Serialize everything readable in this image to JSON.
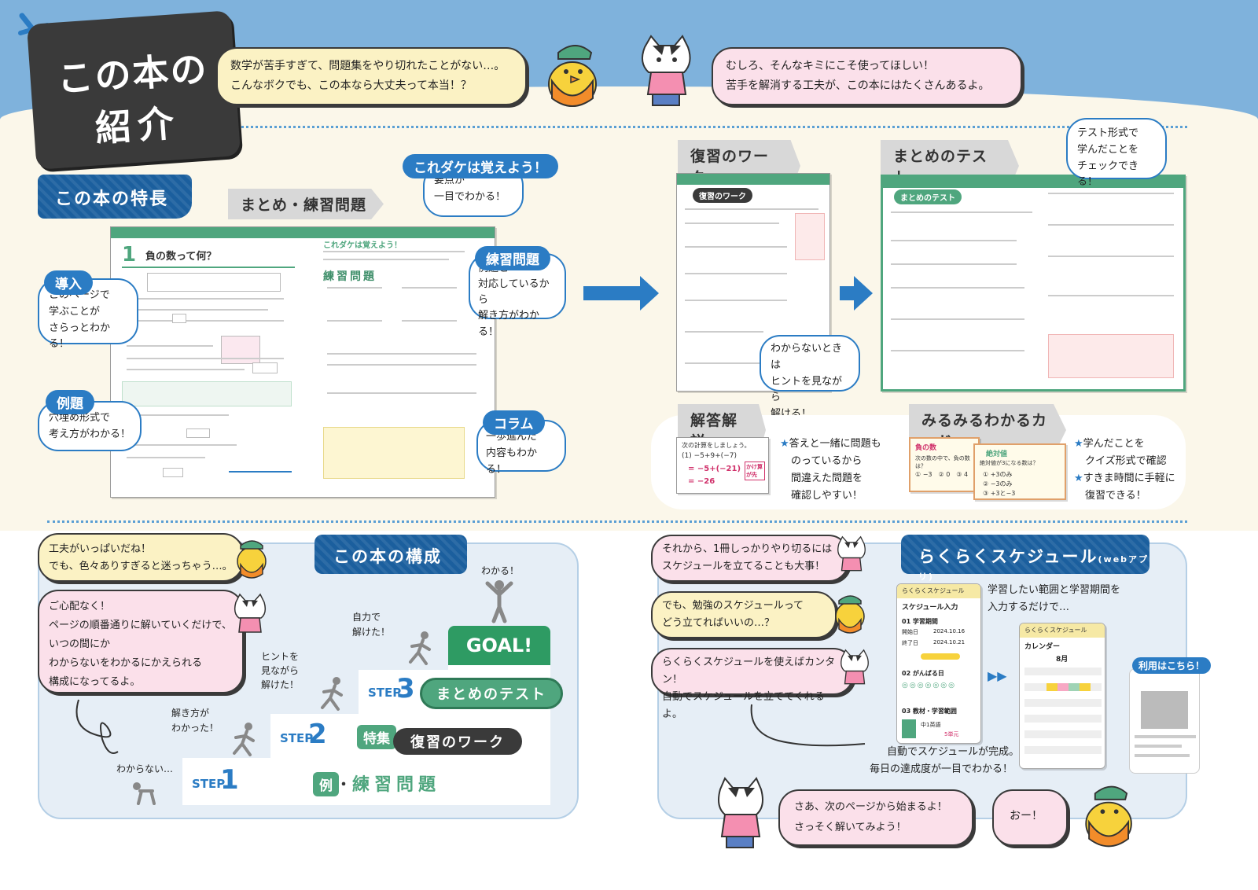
{
  "title": {
    "line1": "この本の",
    "line2": "紹介"
  },
  "intro": {
    "bird_speech_1": "数学が苦手すぎて、問題集をやり切れたことがない…。",
    "bird_speech_2": "こんなボクでも、この本なら大丈夫って本当！？",
    "cat_speech_1": "むしろ、そんなキミにこそ使ってほしい！",
    "cat_speech_2": "苦手を解消する工夫が、この本にはたくさんあるよ。"
  },
  "features": {
    "banner": "この本の特長",
    "summary_tab": "まとめ・練習問題",
    "callout_top": {
      "tag": "これダケは覚えよう！",
      "text1": "要点が",
      "text2": "一目でわかる！"
    },
    "callout_practice": {
      "tag": "練習問題",
      "text1": "例題と",
      "text2": "対応しているから",
      "text3": "解き方がわかる！"
    },
    "callout_intro": {
      "tag": "導入",
      "text1": "このページで",
      "text2": "学ぶことが",
      "text3": "さらっとわかる！"
    },
    "callout_example": {
      "tag": "例題",
      "text1": "穴埋め形式で",
      "text2": "考え方がわかる！"
    },
    "callout_column": {
      "tag": "コラム",
      "text1": "一歩進んだ",
      "text2": "内容もわかる！"
    },
    "mock_page": {
      "section_num": "1",
      "heading": "負の数って何？",
      "top_tag": "これダケは覚えよう！",
      "practice_head": "練習問題"
    },
    "review_tab": "復習のワーク",
    "review_mock_pill": "復習のワーク",
    "review_callout": {
      "text1": "わからないときは",
      "text2": "ヒントを見ながら",
      "text3": "解ける！"
    },
    "test_tab": "まとめのテスト",
    "test_mock_pill": "まとめのテスト",
    "test_callout": {
      "text1": "テスト形式で",
      "text2": "学んだことを",
      "text3": "チェックできる！"
    },
    "answers_tab": "解答解説",
    "answers_note": {
      "l1": "答えと一緒に問題も",
      "l2": "のっているから",
      "l3": "間違えた問題を",
      "l4": "確認しやすい！"
    },
    "answers_mock": {
      "q": "次の計算をしましょう。",
      "l1": "(1) −5+9+(−7)",
      "l2": "= −5+(−21)",
      "l3": "= −26",
      "note": "かけ算が先"
    },
    "cards_tab": "みるみるわかるカード",
    "cards_note": {
      "l1": "学んだことを",
      "l2": "クイズ形式で確認",
      "l3": "すきま時間に手軽に",
      "l4": "復習できる！"
    },
    "card_front": {
      "title": "負の数",
      "q": "次の数の中で、負の数は？",
      "opts": "① −3　② 0　③ 4"
    },
    "card_back": {
      "title": "絶対値",
      "q": "絶対値が3になる数は？",
      "o1": "① +3のみ",
      "o2": "② −3のみ",
      "o3": "③ +3と−3"
    }
  },
  "composition": {
    "banner": "この本の構成",
    "bird_speech_1": "工夫がいっぱいだね！",
    "bird_speech_2": "でも、色々ありすぎると迷っちゃう…。",
    "cat_speech": [
      "ご心配なく！",
      "ページの順番通りに解いていくだけで、",
      "いつの間にか",
      "わからないをわかるにかえられる",
      "構成になってるよ。"
    ],
    "labels": {
      "understand": "わかる！",
      "solved_self_1": "自力で",
      "solved_self_2": "解けた！",
      "hint_1": "ヒントを",
      "hint_2": "見ながら",
      "hint_3": "解けた！",
      "howto_1": "解き方が",
      "howto_2": "わかった！",
      "dontknow": "わからない…"
    },
    "goal": "GOAL!",
    "steps": [
      {
        "label": "STEP",
        "num": "1",
        "tag": "例",
        "name": "練習問題",
        "sep": "・"
      },
      {
        "label": "STEP",
        "num": "2",
        "tag": "特集",
        "name": "復習のワーク"
      },
      {
        "label": "STEP",
        "num": "3",
        "name": "まとめのテスト"
      }
    ]
  },
  "schedule": {
    "banner": "らくらくスケジュール",
    "banner_sub": "(webアプリ)",
    "speech_1a": "それから、1冊しっかりやり切るには",
    "speech_1b": "スケジュールを立てることも大事！",
    "speech_2a": "でも、勉強のスケジュールって",
    "speech_2b": "どう立てればいいの…？",
    "speech_3a": "らくらくスケジュールを使えばカンタン！",
    "speech_3b": "自動でスケジュールを立ててくれるよ。",
    "input_note_1": "学習したい範囲と学習期間を",
    "input_note_2": "入力するだけで…",
    "result_note_1": "自動でスケジュールが完成。",
    "result_note_2": "毎日の達成度が一目でわかる！",
    "qr_label": "利用はこちら！",
    "phone1": {
      "head": "らくらくスケジュール",
      "title": "スケジュール入力",
      "s1": "01 学習期間",
      "start_label": "開始日",
      "start": "2024.10.16",
      "end_label": "終了日",
      "end": "2024.10.21",
      "s2": "02 がんばる日",
      "s3": "03 教材・学習範囲",
      "book": "中1英語",
      "count": "5単元"
    },
    "phone2": {
      "head": "らくらくスケジュール",
      "title": "カレンダー",
      "month": "8月"
    }
  },
  "ending": {
    "cat_speech_1": "さあ、次のページから始まるよ！",
    "cat_speech_2": "さっそく解いてみよう！",
    "bird_speech": "おー！"
  }
}
